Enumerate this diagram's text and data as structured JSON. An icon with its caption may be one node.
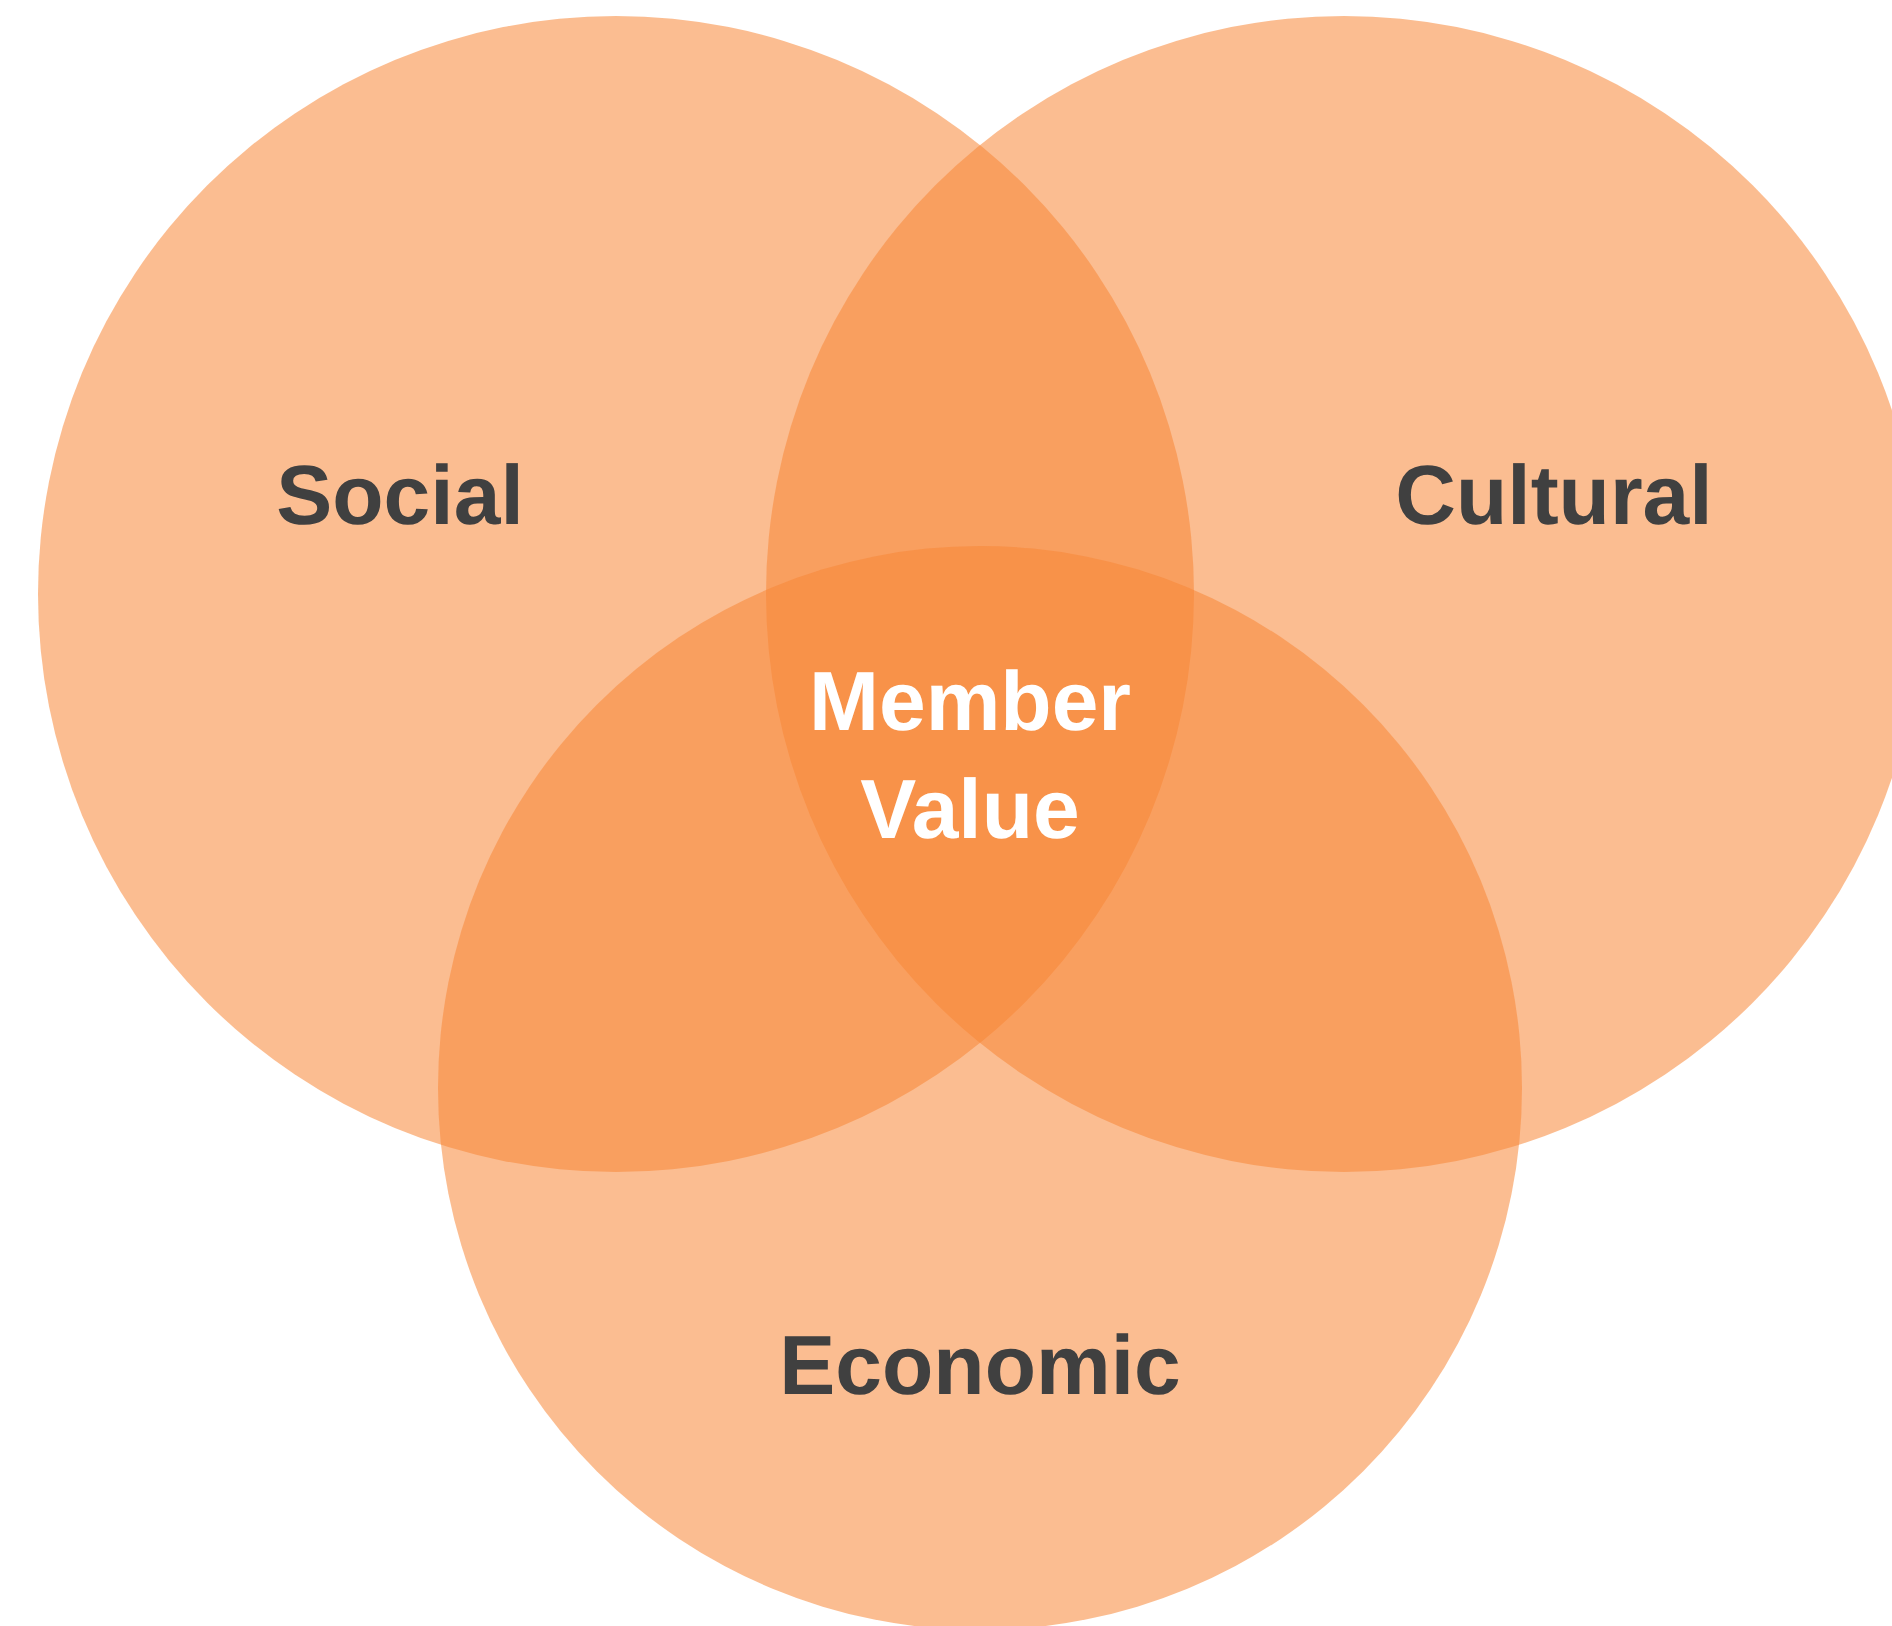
{
  "diagram": {
    "nodes": [
      {
        "text": [
          "Social"
        ]
      },
      {
        "text": [
          "Cultural"
        ]
      },
      {
        "text": [
          "Economic"
        ]
      }
    ],
    "labels": [
      "Member Value"
    ]
  }
}
